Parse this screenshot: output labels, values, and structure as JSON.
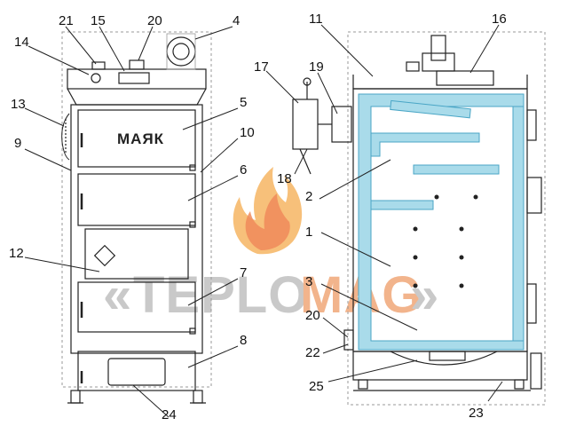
{
  "diagram": {
    "front_view_brand": "МАЯК",
    "watermark": {
      "left_quote": "«",
      "part1": "TEPLO",
      "part2": "MAG",
      "right_quote": "»",
      "colors": {
        "part1": "#c9c9c9",
        "part2": "#f2b48c",
        "flame_outer": "#f7c07a",
        "flame_inner": "#f08a5a"
      }
    },
    "colors": {
      "line": "#222222",
      "water_jacket": "#a9dbea",
      "water_outline": "#4aa6c6",
      "frame": "#999999"
    },
    "callouts": {
      "front": [
        "21",
        "15",
        "20",
        "4",
        "14",
        "13",
        "5",
        "10",
        "9",
        "6",
        "12",
        "7",
        "8",
        "24"
      ],
      "side": [
        "11",
        "16",
        "17",
        "19",
        "18",
        "2",
        "1",
        "3",
        "20",
        "22",
        "25",
        "23"
      ]
    }
  }
}
